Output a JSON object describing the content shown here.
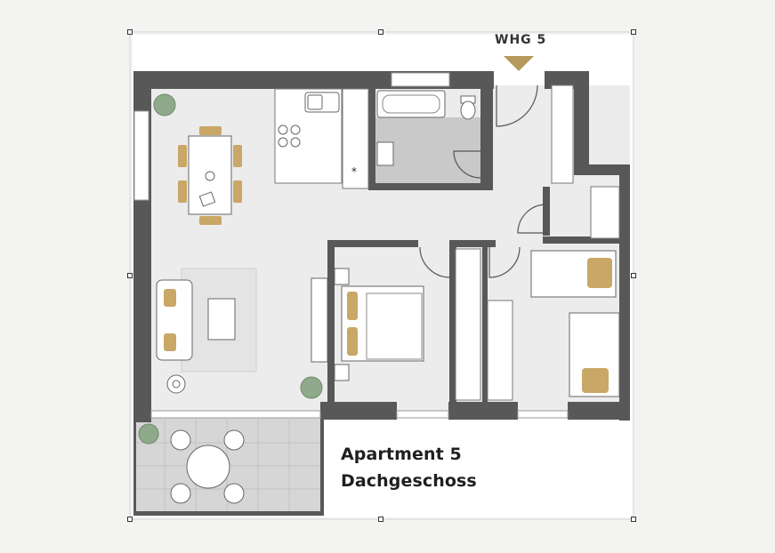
{
  "floorplan": {
    "unit_label": "WHG 5",
    "caption_line1": "Apartment 5",
    "caption_line2": "Dachgeschoss",
    "colors": {
      "wall": "#555555",
      "floor": "#ececec",
      "bath_tile": "#c9c9c9",
      "balcony": "#d8d8d8",
      "accent": "#b59a5b",
      "paper": "#ffffff"
    },
    "icons": [
      "plant-icon",
      "dining-table-icon",
      "sofa-icon",
      "bed-icon",
      "bathtub-icon",
      "toilet-icon",
      "sink-icon",
      "stove-icon",
      "entrance-arrow-icon"
    ]
  }
}
